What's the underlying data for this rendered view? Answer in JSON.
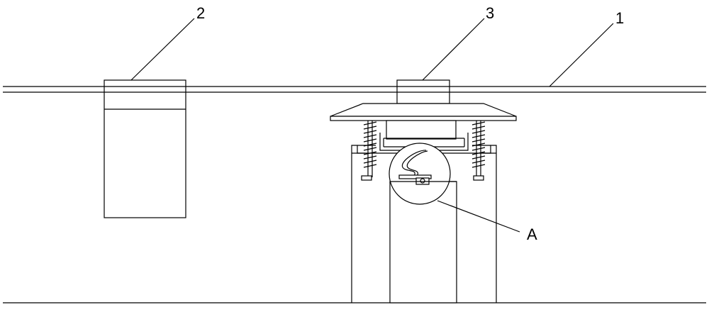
{
  "labels": {
    "rail": "1",
    "box_left": "2",
    "box_middle": "3",
    "detail": "A"
  }
}
